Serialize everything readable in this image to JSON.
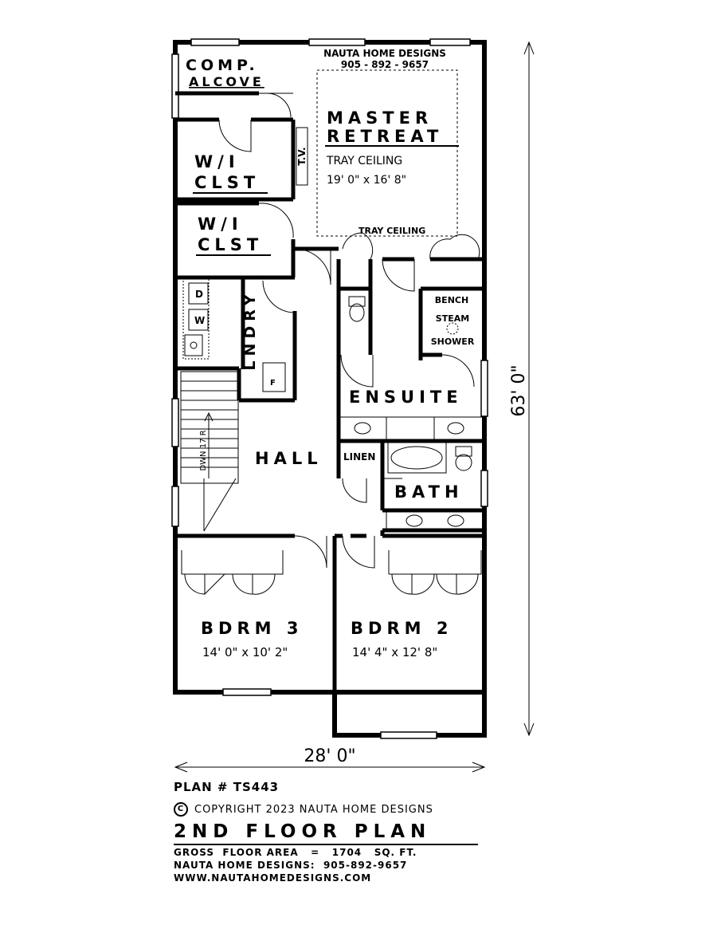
{
  "header": {
    "company": "NAUTA HOME DESIGNS",
    "phone": "905 - 892 - 9657"
  },
  "rooms": {
    "comp_alcove": [
      "COMP.",
      "ALCOVE"
    ],
    "master": {
      "name1": "MASTER",
      "name2": "RETREAT",
      "note": "TRAY CEILING",
      "size": "19' 0\" x 16' 8\"",
      "tray_label": "TRAY CEILING"
    },
    "tv": "T.V.",
    "wic1": [
      "W/I",
      "CLST"
    ],
    "wic2": [
      "W/I",
      "CLST"
    ],
    "laundry": "LNDRY",
    "dryer": "D",
    "washer": "W",
    "furnace": "F",
    "bench": "BENCH",
    "steam": [
      "STEAM",
      "SHOWER"
    ],
    "ensuite": "ENSUITE",
    "hall": "HALL",
    "linen": "LINEN",
    "bath": "BATH",
    "stair": "DWN 17 R",
    "bdrm3": {
      "name": "BDRM 3",
      "size": "14' 0\" x 10' 2\""
    },
    "bdrm2": {
      "name": "BDRM 2",
      "size": "14' 4\" x 12' 8\""
    }
  },
  "dimensions": {
    "width": "28' 0\"",
    "depth": "63' 0\""
  },
  "titleblock": {
    "plan_no": "PLAN # TS443",
    "copyright": "COPYRIGHT 2023 NAUTA HOME DESIGNS",
    "copy_symbol": "C",
    "title": "2ND FLOOR PLAN",
    "area": "GROSS  FLOOR AREA   =   1704   SQ. FT.",
    "contact": "NAUTA HOME DESIGNS:  905-892-9657",
    "website": "WWW.NAUTAHOMEDESIGNS.COM"
  }
}
